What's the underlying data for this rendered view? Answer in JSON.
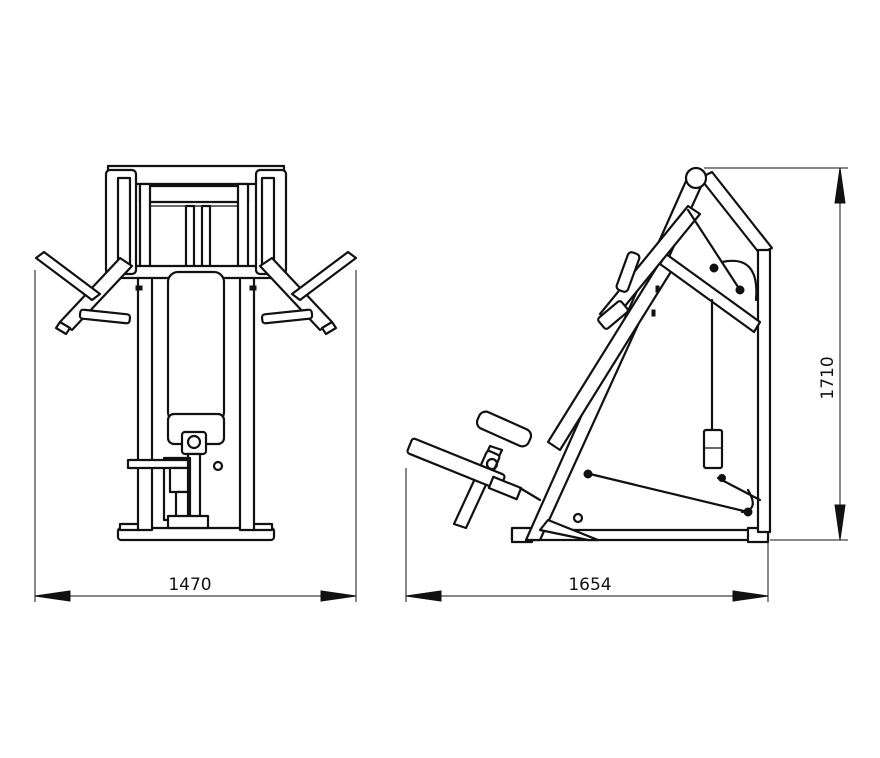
{
  "dimensions": {
    "front_width": "1470",
    "side_depth": "1654",
    "height": "1710"
  }
}
